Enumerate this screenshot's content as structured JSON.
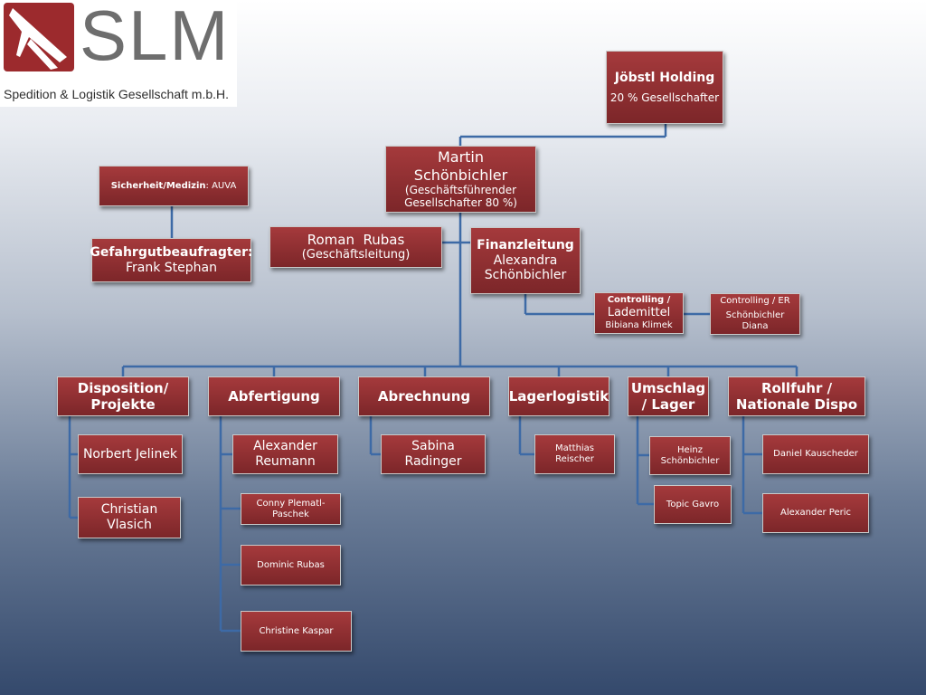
{
  "logo": {
    "mark": "jet-plane-icon",
    "text": "SLM",
    "subtitle": "Spedition & Logistik Gesellschaft m.b.H."
  },
  "holding": {
    "title": "Jöbstl Holding",
    "subtitle": "20 % Gesellschafter"
  },
  "ceo": {
    "name": "Martin Schönbichler",
    "role": "(Geschäftsführender Gesellschafter 80 %)"
  },
  "safety": {
    "label_bold": "Sicherheit/Medizin",
    "label_rest": ": AUVA"
  },
  "hazmat": {
    "title": "Gefahrgutbeaufragter:",
    "name": "Frank Stephan"
  },
  "management": {
    "name": "Roman  Rubas",
    "role": "(Geschäftsleitung)"
  },
  "finance": {
    "title": "Finanzleitung",
    "name": "Alexandra Schönbichler"
  },
  "controlling_lademittel": {
    "line1": "Controlling /",
    "line2": "Lademittel",
    "name": "Bibiana Klimek"
  },
  "controlling_er": {
    "line1": "Controlling / ER",
    "name": "Schönbichler Diana"
  },
  "departments": [
    {
      "title": "Disposition/ Projekte",
      "members": [
        "Norbert Jelinek",
        "Christian Vlasich"
      ]
    },
    {
      "title": "Abfertigung",
      "members": [
        "Alexander Reumann",
        "Conny Plematl-Paschek",
        "Dominic Rubas",
        "Christine Kaspar"
      ]
    },
    {
      "title": "Abrechnung",
      "members": [
        "Sabina Radinger"
      ]
    },
    {
      "title": "Lagerlogistik",
      "members": [
        "Matthias Reischer"
      ]
    },
    {
      "title": "Umschlag / Lager",
      "members": [
        "Heinz Schönbichler",
        "Topic Gavro"
      ]
    },
    {
      "title": "Rollfuhr / Nationale Dispo",
      "members": [
        "Daniel Kauscheder",
        "Alexander Peric"
      ]
    }
  ]
}
